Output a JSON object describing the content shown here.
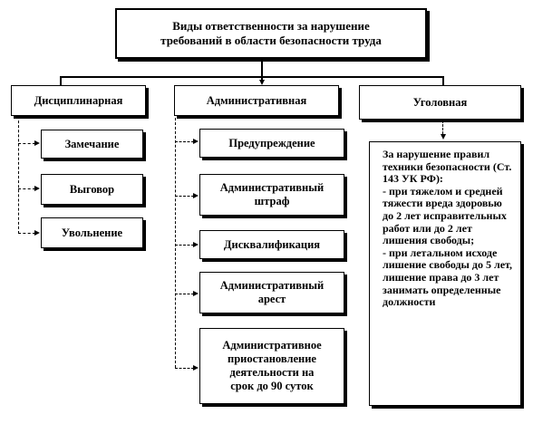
{
  "root": {
    "title": "Виды ответственности за нарушение\nтребований в области безопасности труда"
  },
  "categories": {
    "disciplinary": "Дисциплинарная",
    "administrative": "Административная",
    "criminal": "Уголовная"
  },
  "disciplinary_items": [
    "Замечание",
    "Выговор",
    "Увольнение"
  ],
  "administrative_items": [
    "Предупреждение",
    "Административный\nштраф",
    "Дисквалификация",
    "Административный\nарест",
    "Административное\nприостановление\nдеятельности на\nсрок до 90 суток"
  ],
  "criminal_detail": "За нарушение правил техники безопасности (Ст. 143 УК РФ):\n- при тяжелом и средней тяжести вреда здоровью до 2 лет исправительных работ или до 2 лет лишения свободы;\n- при летальном исходе лишение свободы до 5 лет, лишение права до 3 лет занимать определенные должности"
}
